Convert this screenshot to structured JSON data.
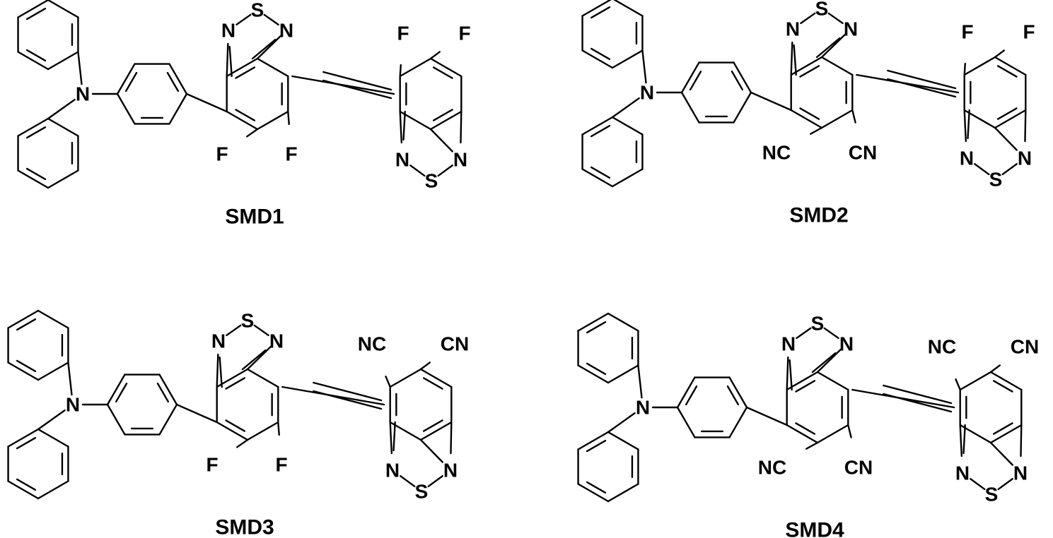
{
  "figure": {
    "background": "#ffffff",
    "ink": "#000000",
    "compounds": [
      {
        "id": "SMD1",
        "name": "SMD1",
        "core_substituents": [
          "F",
          "F"
        ],
        "acceptor_substituents": [
          "F",
          "F"
        ]
      },
      {
        "id": "SMD2",
        "name": "SMD2",
        "core_substituents": [
          "NC",
          "CN"
        ],
        "acceptor_substituents": [
          "F",
          "F"
        ]
      },
      {
        "id": "SMD3",
        "name": "SMD3",
        "core_substituents": [
          "F",
          "F"
        ],
        "acceptor_substituents": [
          "NC",
          "CN"
        ]
      },
      {
        "id": "SMD4",
        "name": "SMD4",
        "core_substituents": [
          "NC",
          "CN"
        ],
        "acceptor_substituents": [
          "NC",
          "CN"
        ]
      }
    ],
    "atoms": {
      "amine_N": "N",
      "thiadiazole_N": "N",
      "thiadiazole_S": "S"
    }
  }
}
